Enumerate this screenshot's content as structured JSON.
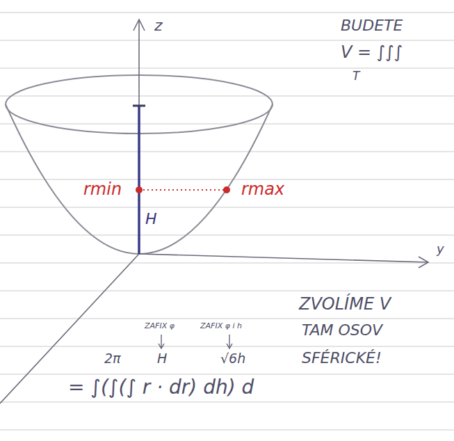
{
  "diagram": {
    "labels": [
      "z",
      "BUDETE",
      "V = ∫∫∫",
      "T",
      "rmin",
      "rmax",
      "H",
      "y",
      "ZVOLÍME V",
      "ZAFIX φ",
      "ZAFIX φ i h",
      "TAM OSOV",
      "SFÉRICKÉ!",
      "2π",
      "H",
      "√6h",
      "= ∫(∫(∫ r · dr) dh) d"
    ]
  }
}
